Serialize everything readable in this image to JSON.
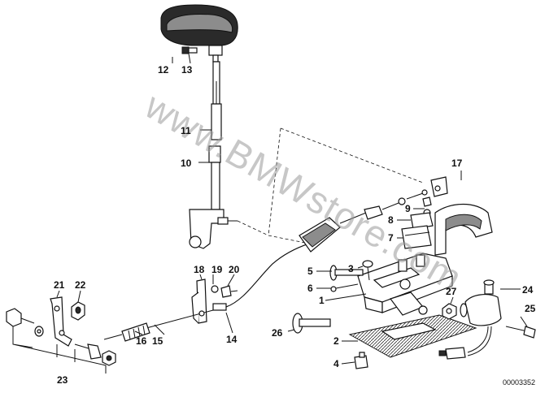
{
  "diagram": {
    "watermark": "www.BMWstore.com",
    "reference_number": "00003352",
    "labels": [
      "1",
      "2",
      "3",
      "4",
      "5",
      "6",
      "7",
      "8",
      "9",
      "10",
      "11",
      "12",
      "13",
      "14",
      "15",
      "16",
      "17",
      "18",
      "19",
      "20",
      "21",
      "22",
      "23",
      "24",
      "25",
      "26",
      "27"
    ]
  }
}
